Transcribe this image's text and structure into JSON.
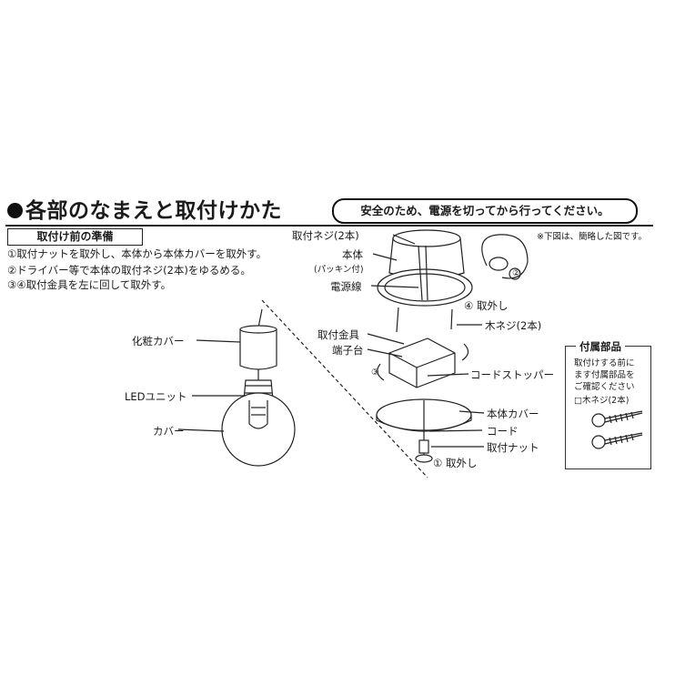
{
  "title": "各部のなまえと取付けかた",
  "safety_notice": "安全のため、電源を切ってから行ってください。",
  "prep_heading": "取付け前の準備",
  "note": "※下図は、簡略した図です。",
  "steps": [
    "①取付ナットを取外し、本体から本体カバーを取外す。",
    "②ドライバー等で本体の取付ネジ(2本)をゆるめる。",
    "③④取付金具を左に回して取外す。"
  ],
  "pendant_labels": {
    "decor_cover": "化粧カバー",
    "led_unit": "LEDユニット",
    "cover": "カバー"
  },
  "mount_labels": {
    "mount_screws": "取付ネジ(2本)",
    "body": "本体",
    "packing": "(パッキン付)",
    "power_line": "電源線",
    "remove_4": "④ 取外し",
    "wood_screw": "木ネジ(2本)",
    "bracket": "取付金具",
    "terminal": "端子台",
    "cord_stopper": "コードストッパー",
    "body_cover": "本体カバー",
    "cord": "コード",
    "mount_nut": "取付ナット",
    "remove_1": "① 取外し",
    "mark_2": "②",
    "mark_3": "③"
  },
  "accessories": {
    "heading": "付属部品",
    "line1": "取付けする前に",
    "line2": "ます付属部品を",
    "line3": "ご確認ください",
    "item": "□木ネジ(2本)"
  }
}
